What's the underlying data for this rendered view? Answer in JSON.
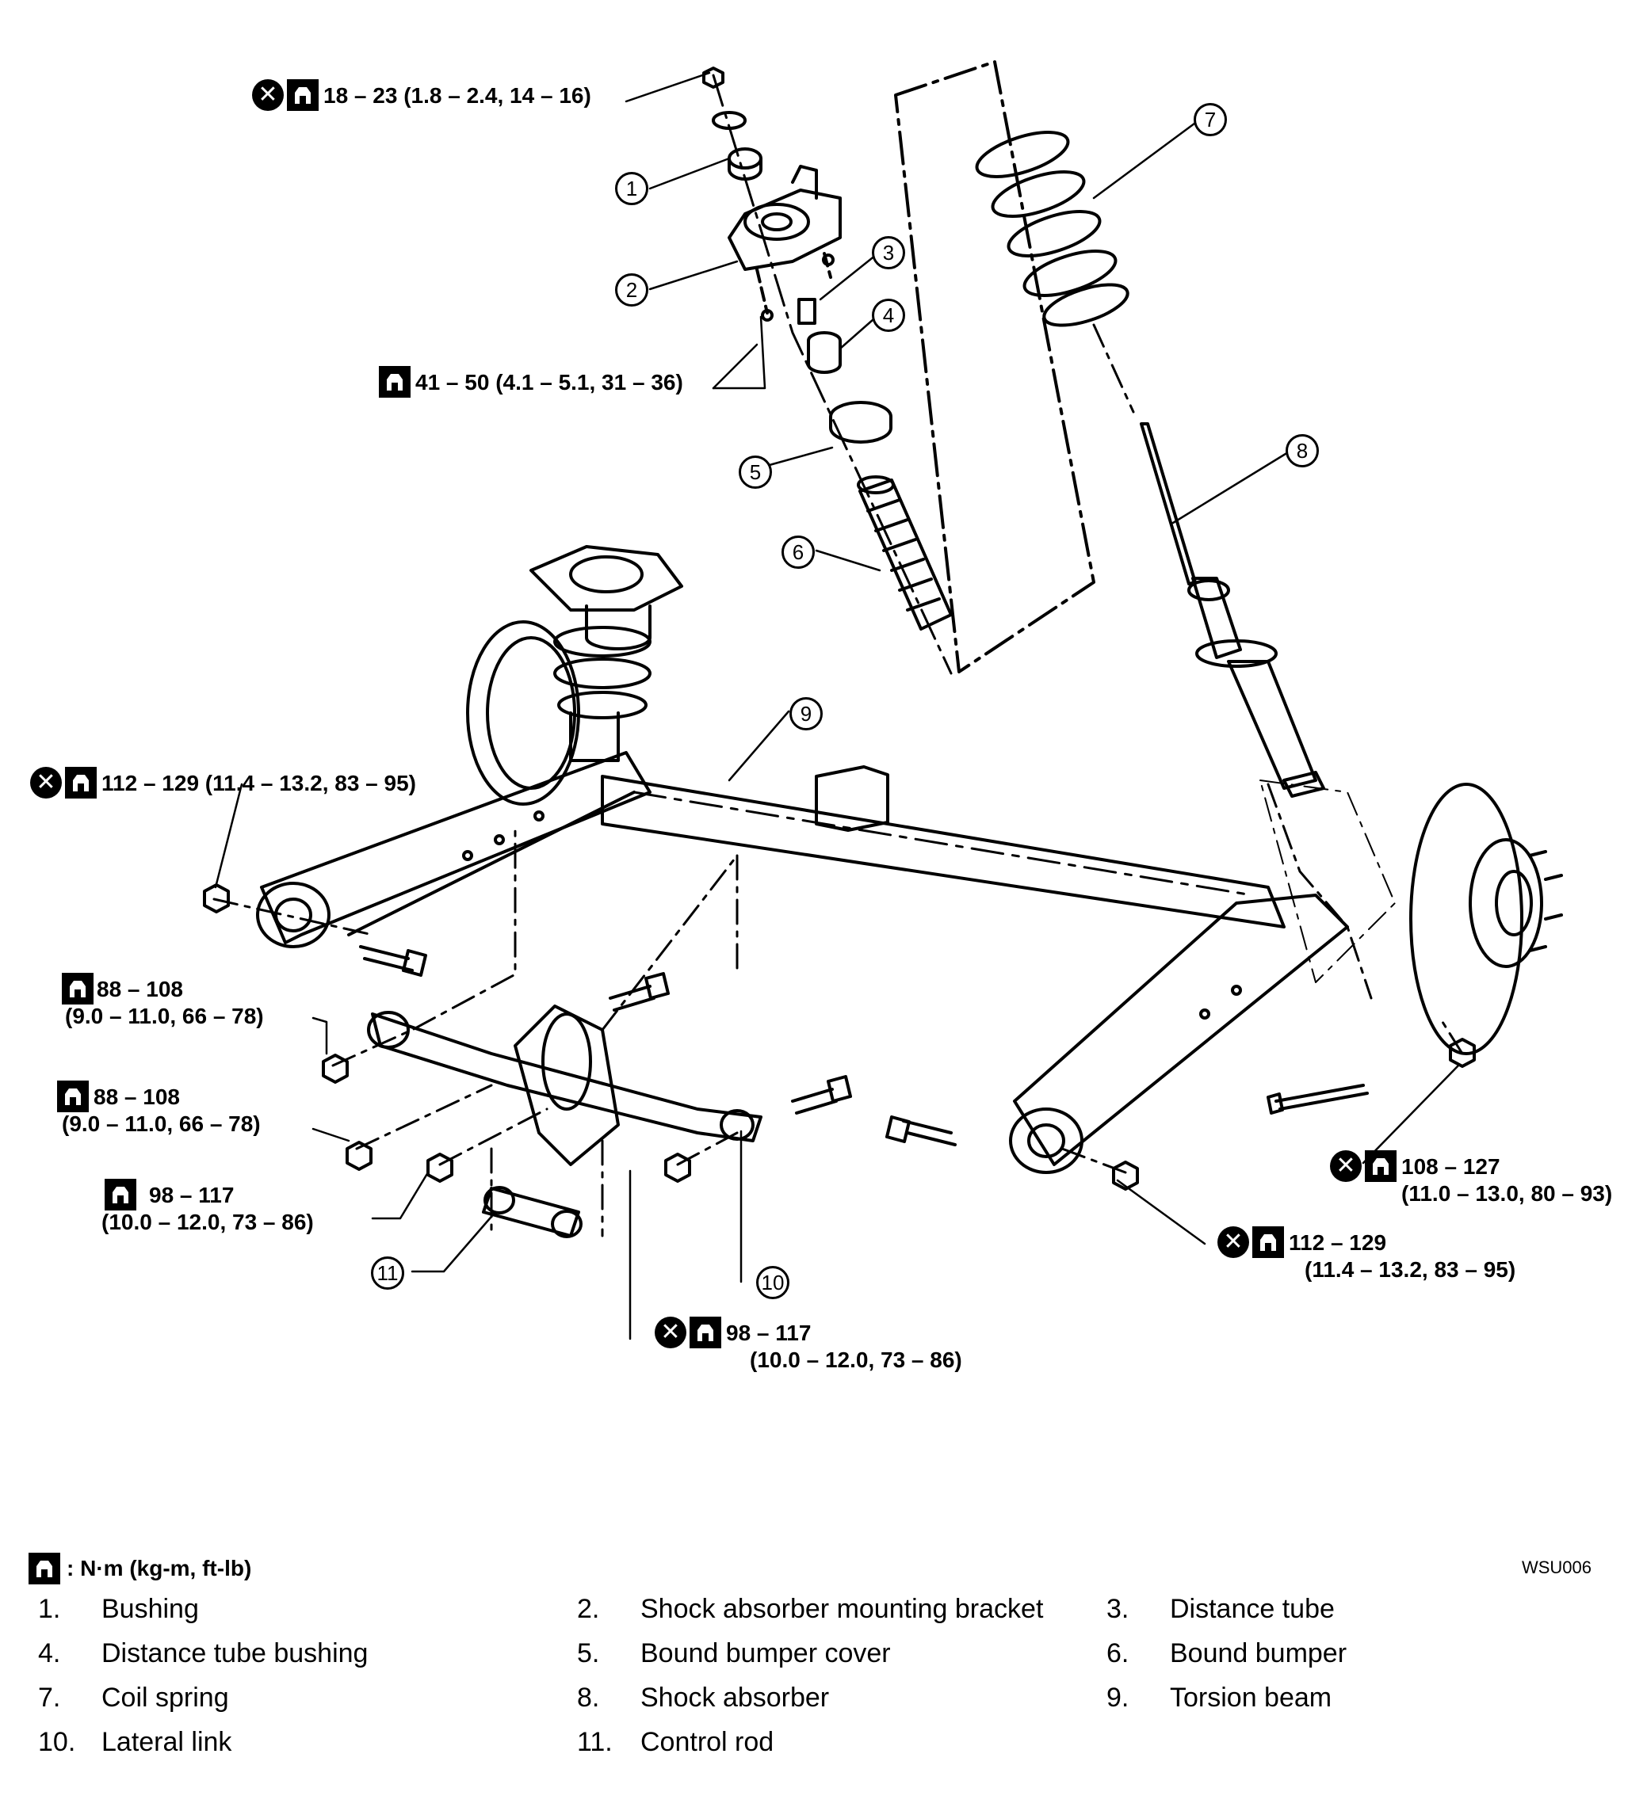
{
  "torque_specs": [
    {
      "id": "t1",
      "prefix": "",
      "lines": [
        "18 – 23 (1.8 – 2.4, 14 – 16)"
      ],
      "replace": true
    },
    {
      "id": "t2",
      "lines": [
        "41 – 50 (4.1 – 5.1, 31 – 36)"
      ],
      "replace": false
    },
    {
      "id": "t3",
      "lines": [
        "112 – 129 (11.4 – 13.2, 83 – 95)"
      ],
      "replace": true
    },
    {
      "id": "t4",
      "lines": [
        "88 – 108",
        "(9.0 – 11.0, 66 – 78)"
      ],
      "replace": false
    },
    {
      "id": "t5",
      "lines": [
        "88 – 108",
        "(9.0 – 11.0, 66 – 78)"
      ],
      "replace": false
    },
    {
      "id": "t6",
      "lines": [
        "98 – 117",
        "(10.0 – 12.0, 73 – 86)"
      ],
      "replace": false
    },
    {
      "id": "t7",
      "lines": [
        "98 – 117",
        "(10.0 – 12.0, 73 – 86)"
      ],
      "replace": true
    },
    {
      "id": "t8",
      "lines": [
        "108 – 127",
        "(11.0 – 13.0, 80 – 93)"
      ],
      "replace": true
    },
    {
      "id": "t9",
      "lines": [
        "112 – 129",
        "(11.4 – 13.2, 83 – 95)"
      ],
      "replace": true
    }
  ],
  "callouts": [
    "1",
    "2",
    "3",
    "4",
    "5",
    "6",
    "7",
    "8",
    "9",
    "10",
    "11"
  ],
  "legend": {
    "unit_text": ": N·m (kg-m, ft-lb)"
  },
  "figure_code": "WSU006",
  "parts": [
    {
      "num": "1.",
      "name": "Bushing"
    },
    {
      "num": "2.",
      "name": "Shock absorber mounting bracket"
    },
    {
      "num": "3.",
      "name": "Distance tube"
    },
    {
      "num": "4.",
      "name": "Distance tube bushing"
    },
    {
      "num": "5.",
      "name": "Bound bumper cover"
    },
    {
      "num": "6.",
      "name": "Bound bumper"
    },
    {
      "num": "7.",
      "name": "Coil spring"
    },
    {
      "num": "8.",
      "name": "Shock absorber"
    },
    {
      "num": "9.",
      "name": "Torsion beam"
    },
    {
      "num": "10.",
      "name": "Lateral link"
    },
    {
      "num": "11.",
      "name": "Control rod"
    }
  ]
}
